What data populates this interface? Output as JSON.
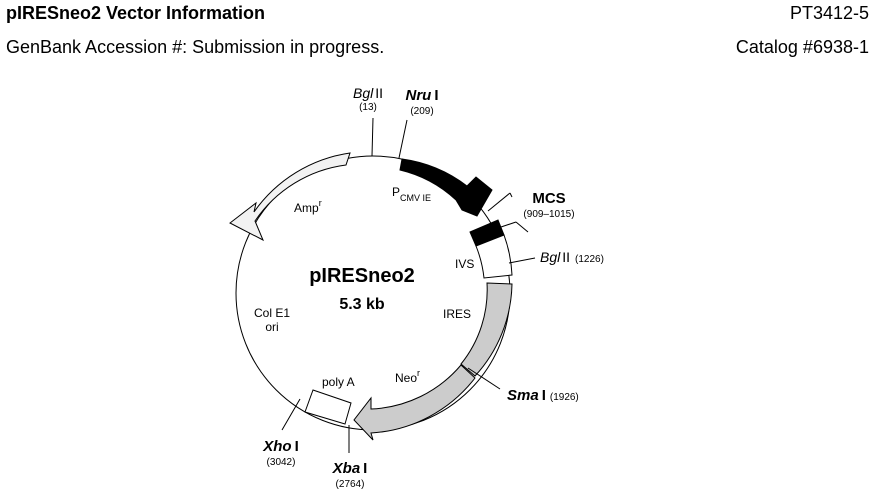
{
  "header": {
    "title": "pIRESneo2 Vector Information",
    "catalog_code": "PT3412-5",
    "genbank": "GenBank Accession #: Submission in progress.",
    "catalog_number": "Catalog #6938-1"
  },
  "plasmid": {
    "name": "pIRESneo2",
    "size": "5.3 kb"
  },
  "features": {
    "amp": {
      "label": "Amp",
      "sup": "r"
    },
    "pcmv": {
      "label": "P",
      "sub": "CMV IE"
    },
    "ivs": "IVS",
    "ires": "IRES",
    "neo": {
      "label": "Neo",
      "sup": "r"
    },
    "polya": "poly A",
    "colE1": "Col E1",
    "ori": "ori"
  },
  "sites": {
    "bgl1": {
      "enzyme": "Bgl",
      "roman": "II",
      "position": "(13)"
    },
    "nru": {
      "enzyme": "Nru",
      "roman": "I",
      "position": "(209)"
    },
    "mcs": {
      "label": "MCS",
      "position": "(909–1015)"
    },
    "bgl2": {
      "enzyme": "Bgl",
      "roman": "II",
      "position": "(1226)"
    },
    "sma": {
      "enzyme": "Sma",
      "roman": "I",
      "position": "(1926)"
    },
    "xba": {
      "enzyme": "Xba",
      "roman": "I",
      "position": "(2764)"
    },
    "xho": {
      "enzyme": "Xho",
      "roman": "I",
      "position": "(3042)"
    }
  },
  "colors": {
    "backbone": "#000000",
    "amp_fill": "#f2f2f2",
    "cmv_fill": "#000000",
    "mcs_fill": "#000000",
    "neo_fill": "#cccccc",
    "ires_fill": "#cccccc",
    "box_fill": "#ffffff"
  }
}
